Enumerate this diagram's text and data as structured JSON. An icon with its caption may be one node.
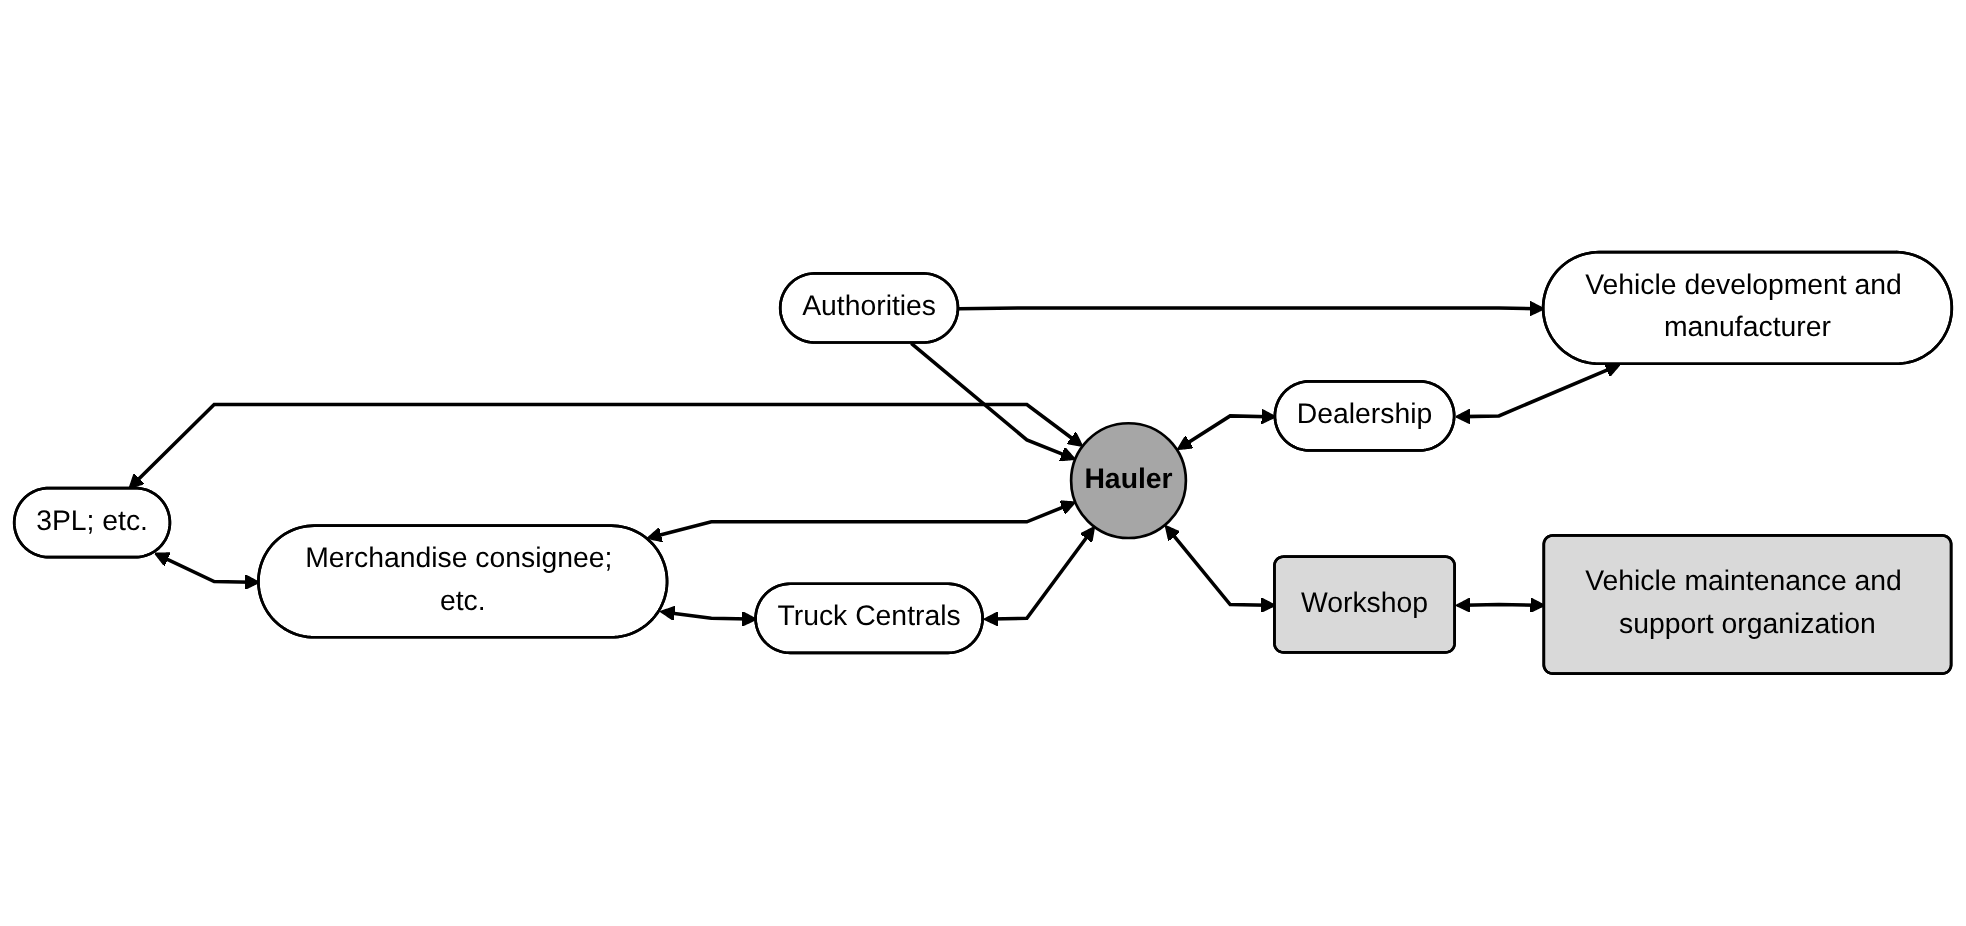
{
  "diagram": {
    "nodes": [
      {
        "text": [
          "3PL; etc."
        ]
      },
      {
        "text": [
          "Authorities"
        ]
      },
      {
        "text": [
          "Merchandise consignee; etc."
        ]
      },
      {
        "text": [
          "Hauler"
        ]
      },
      {
        "text": [
          "Vehicle development and manufacturer"
        ]
      },
      {
        "text": [
          "Dealership"
        ]
      },
      {
        "text": [
          "Vehicle maintenance and support organization"
        ]
      },
      {
        "text": [
          "Truck Centrals"
        ]
      },
      {
        "text": [
          "Workshop"
        ]
      }
    ],
    "edges": [
      {
        "from": 0,
        "to": 2,
        "arrow": "both"
      },
      {
        "from": 0,
        "to": 3,
        "arrow": "both"
      },
      {
        "from": 1,
        "to": 3,
        "arrow": "to"
      },
      {
        "from": 1,
        "to": 4,
        "arrow": "to"
      },
      {
        "from": 2,
        "to": 3,
        "arrow": "both"
      },
      {
        "from": 2,
        "to": 7,
        "arrow": "both"
      },
      {
        "from": 7,
        "to": 3,
        "arrow": "both"
      },
      {
        "from": 3,
        "to": 5,
        "arrow": "both"
      },
      {
        "from": 5,
        "to": 4,
        "arrow": "both"
      },
      {
        "from": 3,
        "to": 8,
        "arrow": "both"
      },
      {
        "from": 8,
        "to": 6,
        "arrow": "both"
      }
    ]
  }
}
